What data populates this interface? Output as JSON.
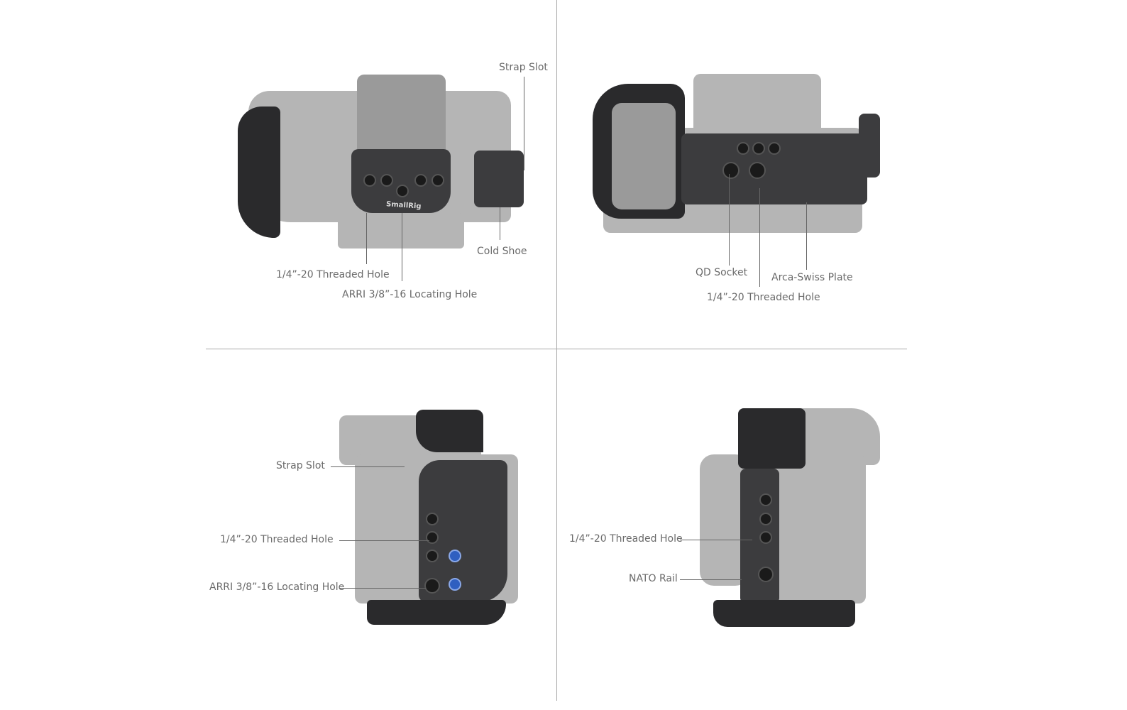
{
  "panels": {
    "top_left": {
      "strap_slot": "Strap Slot",
      "cold_shoe": "Cold Shoe",
      "threaded_hole": "1/4”-20 Threaded Hole",
      "locating_hole": "ARRI 3/8”-16 Locating Hole"
    },
    "top_right": {
      "qd_socket": "QD Socket",
      "arca_plate": "Arca-Swiss Plate",
      "threaded_hole": "1/4”-20 Threaded Hole"
    },
    "bottom_left": {
      "strap_slot": "Strap Slot",
      "threaded_hole": "1/4”-20 Threaded Hole",
      "locating_hole": "ARRI 3/8”-16 Locating Hole"
    },
    "bottom_right": {
      "threaded_hole": "1/4”-20 Threaded Hole",
      "nato_rail": "NATO Rail"
    }
  },
  "brand_logo_text": "SmallRig"
}
